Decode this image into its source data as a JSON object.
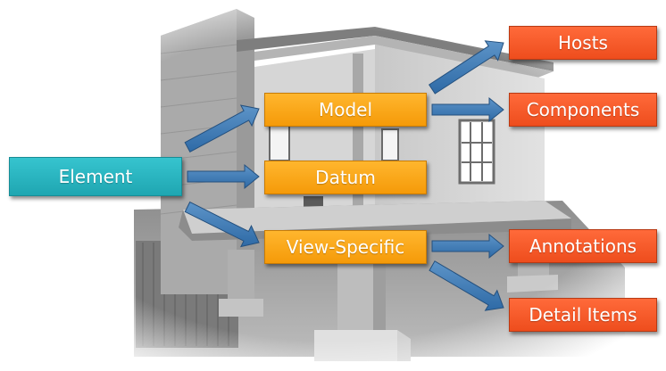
{
  "root": {
    "label": "Element"
  },
  "categories": [
    {
      "id": "model",
      "label": "Model"
    },
    {
      "id": "datum",
      "label": "Datum"
    },
    {
      "id": "view_specific",
      "label": "View-Specific"
    }
  ],
  "subcategories": [
    {
      "id": "hosts",
      "label": "Hosts",
      "parent": "model"
    },
    {
      "id": "components",
      "label": "Components",
      "parent": "model"
    },
    {
      "id": "annotations",
      "label": "Annotations",
      "parent": "view_specific"
    },
    {
      "id": "detail_items",
      "label": "Detail Items",
      "parent": "view_specific"
    }
  ],
  "colors": {
    "root": "#22a9b4",
    "category": "#f7a114",
    "subcategory": "#f1521f",
    "arrow": "#3b76b0"
  }
}
